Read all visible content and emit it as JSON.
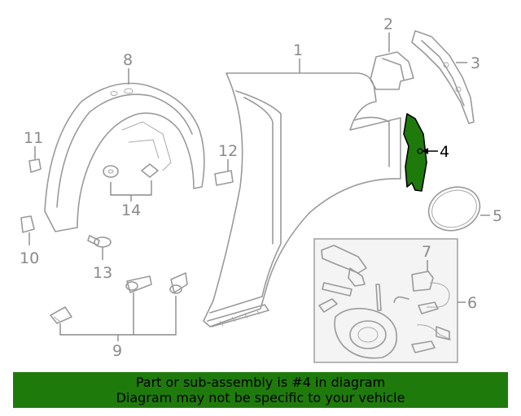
{
  "callouts": {
    "n1": "1",
    "n2": "2",
    "n3": "3",
    "n4": "4",
    "n5": "5",
    "n6": "6",
    "n7": "7",
    "n8": "8",
    "n9": "9",
    "n10": "10",
    "n11": "11",
    "n12": "12",
    "n13": "13",
    "n14": "14"
  },
  "highlighted_part": "4",
  "colors": {
    "highlight": "#1f7a0c",
    "banner": "#1f7a0c",
    "line": "#9a9a9a"
  },
  "banner": {
    "line1": "Part or sub-assembly is #4 in diagram",
    "line2": "Diagram may not be specific to your vehicle"
  }
}
